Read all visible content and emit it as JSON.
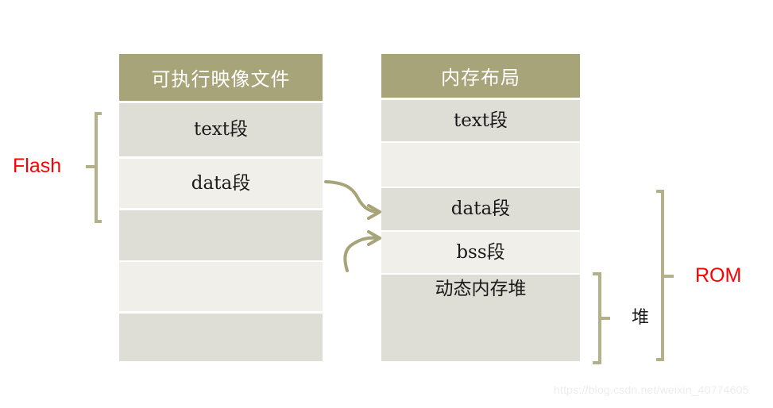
{
  "diagram": {
    "watermark": "https://blog.csdn.net/weixin_40774605",
    "accent_color": "#a8a479",
    "band_dark": "#dfded6",
    "band_light": "#f0efea",
    "label_color": "#ff0000"
  },
  "left_table": {
    "header": "可执行映像文件",
    "rows": [
      {
        "label": "text段"
      },
      {
        "label": "data段"
      },
      {
        "label": ""
      },
      {
        "label": ""
      },
      {
        "label": ""
      }
    ]
  },
  "right_table": {
    "header": "内存布局",
    "rows": [
      {
        "label": "text段"
      },
      {
        "label": ""
      },
      {
        "label": "data段"
      },
      {
        "label": "bss段"
      },
      {
        "label": "动态内存堆"
      }
    ]
  },
  "annotations": {
    "flash": "Flash",
    "rom": "ROM",
    "heap": "堆"
  }
}
